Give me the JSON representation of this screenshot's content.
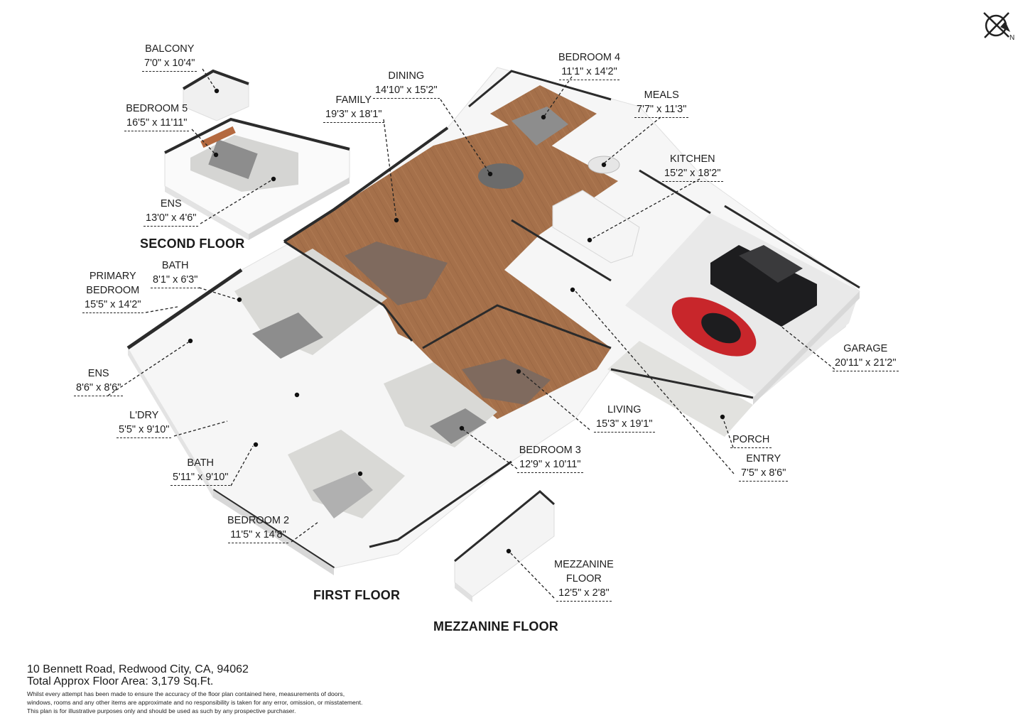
{
  "rooms": [
    {
      "id": "balcony",
      "name": "BALCONY",
      "dim": "7'0\" x 10'4\""
    },
    {
      "id": "bedroom5",
      "name": "BEDROOM 5",
      "dim": "16'5\" x 11'11\""
    },
    {
      "id": "ens-upper",
      "name": "ENS",
      "dim": "13'0\" x 4'6\""
    },
    {
      "id": "family",
      "name": "FAMILY",
      "dim": "19'3\" x 18'1\""
    },
    {
      "id": "dining",
      "name": "DINING",
      "dim": "14'10\" x 15'2\""
    },
    {
      "id": "bedroom4",
      "name": "BEDROOM 4",
      "dim": "11'1\" x 14'2\""
    },
    {
      "id": "meals",
      "name": "MEALS",
      "dim": "7'7\" x 11'3\""
    },
    {
      "id": "kitchen",
      "name": "KITCHEN",
      "dim": "15'2\" x 18'2\""
    },
    {
      "id": "bath-upper",
      "name": "BATH",
      "dim": "8'1\" x 6'3\""
    },
    {
      "id": "primary",
      "name": "PRIMARY\nBEDROOM",
      "dim": "15'5\" x 14'2\""
    },
    {
      "id": "ens-lower",
      "name": "ENS",
      "dim": "8'6\" x 8'6\""
    },
    {
      "id": "laundry",
      "name": "L'DRY",
      "dim": "5'5\" x 9'10\""
    },
    {
      "id": "bath-lower",
      "name": "BATH",
      "dim": "5'11\" x 9'10\""
    },
    {
      "id": "bedroom2",
      "name": "BEDROOM 2",
      "dim": "11'5\" x 14'8\""
    },
    {
      "id": "bedroom3",
      "name": "BEDROOM 3",
      "dim": "12'9\" x 10'11\""
    },
    {
      "id": "living",
      "name": "LIVING",
      "dim": "15'3\" x 19'1\""
    },
    {
      "id": "garage",
      "name": "GARAGE",
      "dim": "20'11\" x 21'2\""
    },
    {
      "id": "porch",
      "name": "PORCH",
      "dim": ""
    },
    {
      "id": "entry",
      "name": "ENTRY",
      "dim": "7'5\" x 8'6\""
    },
    {
      "id": "mezzanine",
      "name": "MEZZANINE\nFLOOR",
      "dim": "12'5\" x 2'8\""
    }
  ],
  "floors": {
    "second": "SECOND FLOOR",
    "first": "FIRST FLOOR",
    "mezzanine": "MEZZANINE FLOOR"
  },
  "compass": {
    "letter": "N"
  },
  "footer": {
    "address": "10 Bennett Road, Redwood City, CA, 94062",
    "area": "Total Approx Floor Area: 3,179 Sq.Ft.",
    "disclaimer": [
      "Whilst every attempt has been made to ensure the accuracy of the floor plan contained here, measurements of doors,",
      "windows, rooms and any other items are approximate and no responsibility is taken for any error, omission, or misstatement.",
      "This plan is for illustrative purposes only and should be used as such by any prospective purchaser."
    ]
  },
  "colors": {
    "wood": "#a5704a",
    "carpet": "#d9d9d6",
    "wall": "#f4f4f4",
    "wall_top": "#2b2b2b",
    "car_red": "#c8262b",
    "car_black": "#1d1d1f"
  }
}
